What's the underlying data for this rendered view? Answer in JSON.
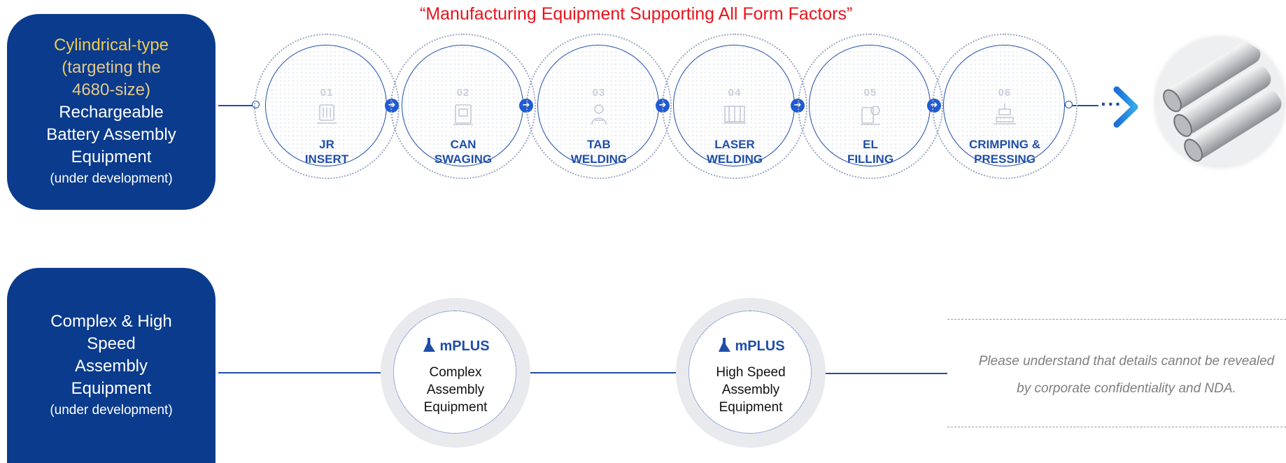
{
  "headline": "“Manufacturing Equipment Supporting All Form Factors”",
  "cylindrical": {
    "line1": "Cylindrical-type",
    "line2_paren": "(",
    "line2_text": "targeting the",
    "line3": "4680-size)",
    "line4": "Rechargeable",
    "line5": "Battery Assembly",
    "line6": "Equipment",
    "note": "(under development)"
  },
  "process_steps": [
    {
      "num": "01",
      "label": "JR\nINSERT",
      "icon": "jr-insert-icon"
    },
    {
      "num": "02",
      "label": "CAN\nSWAGING",
      "icon": "can-swaging-icon"
    },
    {
      "num": "03",
      "label": "TAB\nWELDING",
      "icon": "tab-welding-icon"
    },
    {
      "num": "04",
      "label": "LASER\nWELDING",
      "icon": "laser-welding-icon"
    },
    {
      "num": "05",
      "label": "EL\nFILLING",
      "icon": "el-filling-icon"
    },
    {
      "num": "06",
      "label": "CRIMPING &\nPRESSING",
      "icon": "crimping-pressing-icon"
    }
  ],
  "continuation": "···",
  "complex": {
    "line1": "Complex & High",
    "line2": "Speed",
    "line3": "Assembly",
    "line4": "Equipment",
    "note": "(under development)"
  },
  "mplus_steps": [
    {
      "logo": "mPLUS",
      "label": "Complex\nAssembly\nEquipment"
    },
    {
      "logo": "mPLUS",
      "label": "High Speed\nAssembly\nEquipment"
    }
  ],
  "notice": {
    "line1": "Please understand that details cannot be revealed",
    "line2": "by corporate confidentiality and NDA."
  },
  "colors": {
    "brand_navy": "#0a3b8c",
    "accent_blue": "#1f4ea8",
    "headline_red": "#e8141b",
    "highlight_gold": "#f2c94c"
  }
}
